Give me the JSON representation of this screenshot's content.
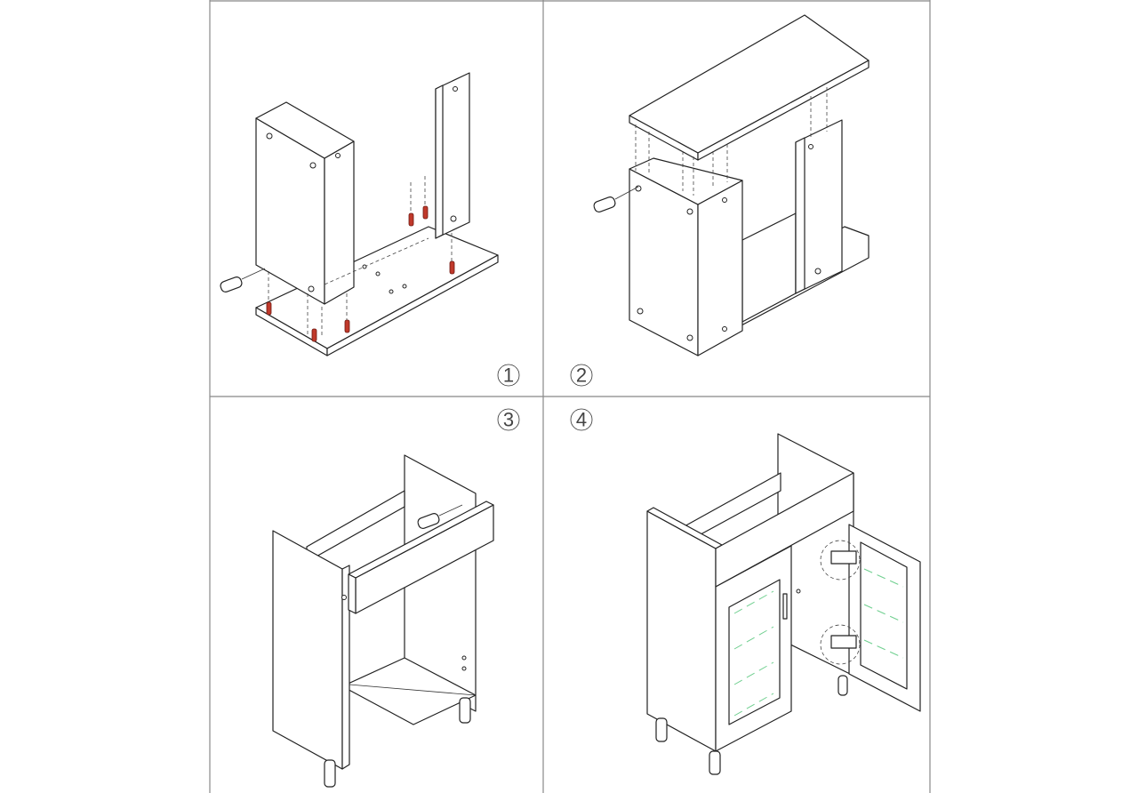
{
  "steps": [
    {
      "number": "1"
    },
    {
      "number": "2"
    },
    {
      "number": "3"
    },
    {
      "number": "4"
    }
  ],
  "colors": {
    "dowel": "#c0392b",
    "glass": "#6fcf8f",
    "line": "#222222",
    "grid": "#888888"
  }
}
